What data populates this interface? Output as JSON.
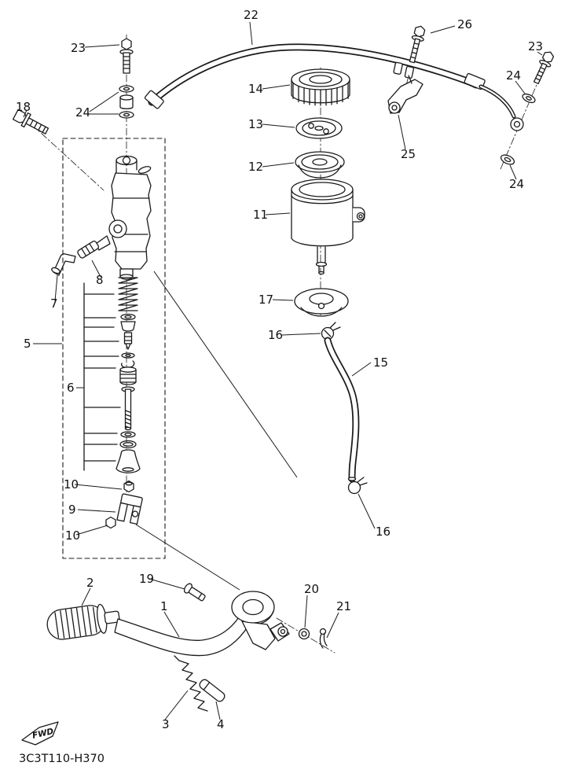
{
  "meta": {
    "background": "#ffffff",
    "ink": "#1a1a1a"
  },
  "diagram_code": "3C3T110-H370",
  "fwd": "FWD",
  "labels": {
    "1": "1",
    "2": "2",
    "3": "3",
    "4": "4",
    "5": "5",
    "6": "6",
    "7": "7",
    "8": "8",
    "9": "9",
    "10": "10",
    "11": "11",
    "12": "12",
    "13": "13",
    "14": "14",
    "15": "15",
    "16": "16",
    "17": "17",
    "18": "18",
    "19": "19",
    "20": "20",
    "21": "21",
    "22": "22",
    "23": "23",
    "24": "24",
    "25": "25",
    "26": "26"
  }
}
